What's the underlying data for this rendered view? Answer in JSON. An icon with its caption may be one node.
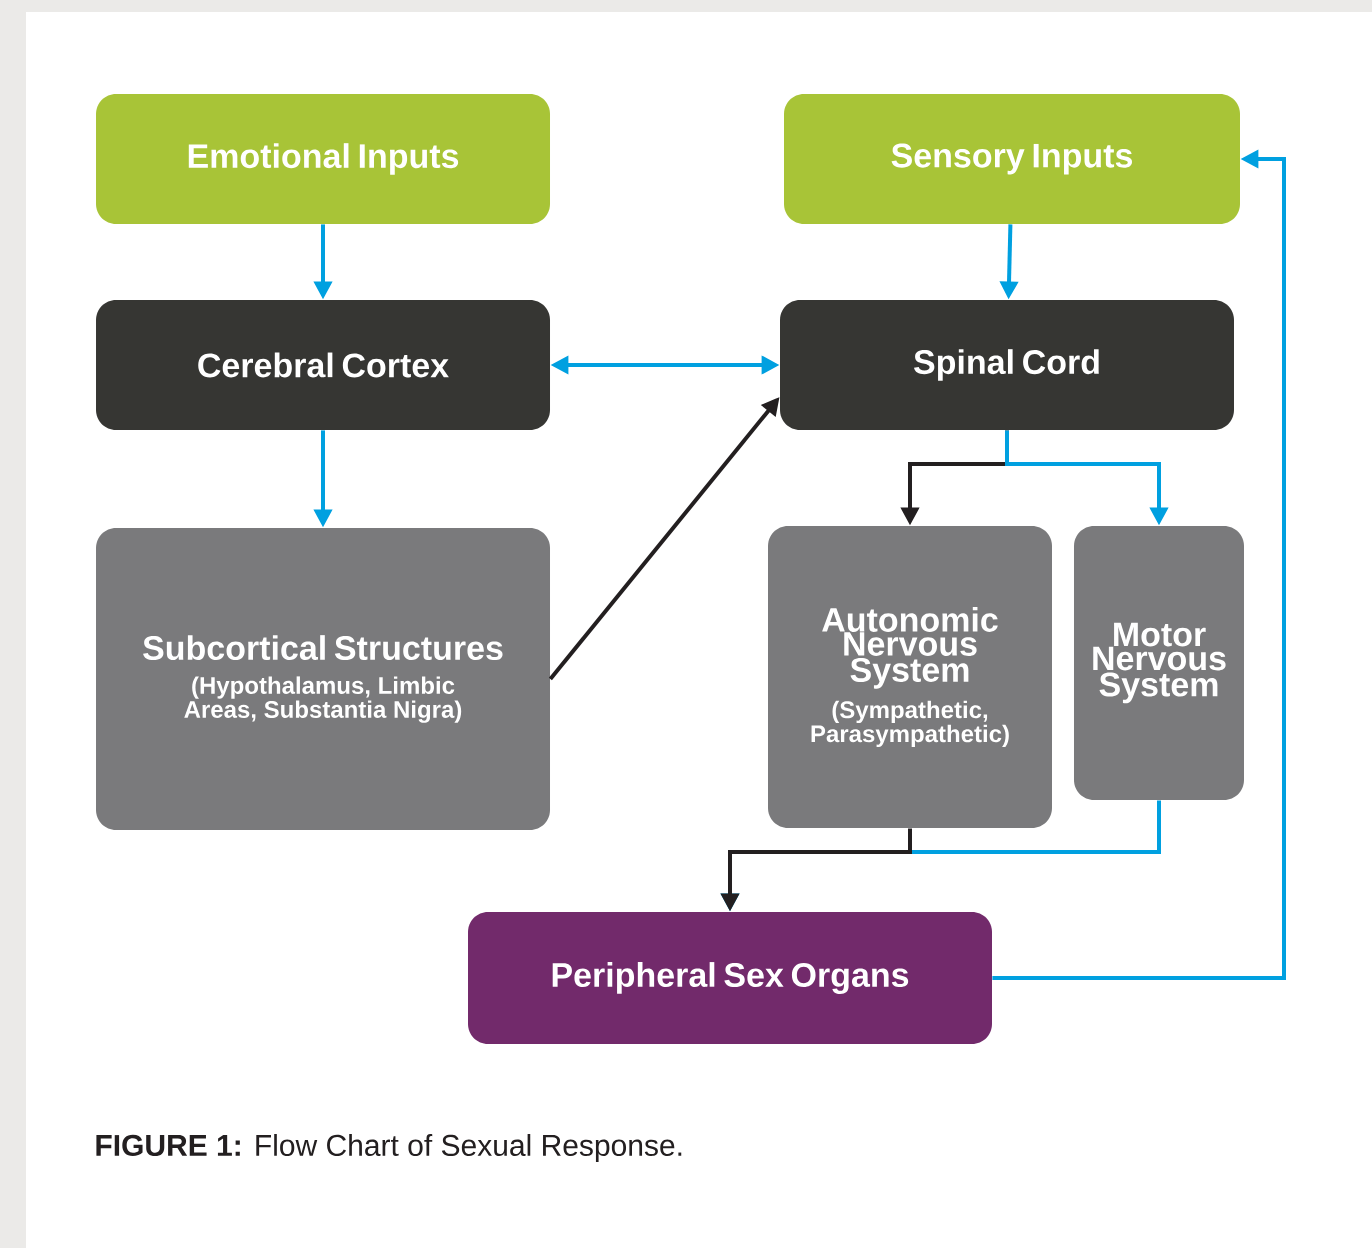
{
  "diagram": {
    "caption": "**FIGURE 1:** Flow Chart of Sexual Response.",
    "nodes": [
      {
        "text": [
          "Emotional Inputs"
        ]
      },
      {
        "text": [
          "Sensory Inputs"
        ]
      },
      {
        "text": [
          "Cerebral Cortex"
        ]
      },
      {
        "text": [
          "Spinal Cord"
        ]
      },
      {
        "text": [
          "Subcortical Structures",
          "(Hypothalamus, Limbic Areas, Substantia Nigra)"
        ]
      },
      {
        "text": [
          "Autonomic Nervous System",
          "(Sympathetic, Parasympathetic)"
        ]
      },
      {
        "text": [
          "Motor Nervous System"
        ]
      },
      {
        "text": [
          "Peripheral Sex Organs"
        ]
      }
    ],
    "edges": [
      {
        "from": 0,
        "to": 2,
        "arrow": "to"
      },
      {
        "from": 1,
        "to": 3,
        "arrow": "to"
      },
      {
        "from": 2,
        "to": 3,
        "arrow": "both"
      },
      {
        "from": 2,
        "to": 4,
        "arrow": "to"
      },
      {
        "from": 4,
        "to": 3,
        "arrow": "to",
        "color": "#231f20"
      },
      {
        "from": 3,
        "to": 5,
        "arrow": "to",
        "color": "#231f20"
      },
      {
        "from": 3,
        "to": 6,
        "arrow": "to"
      },
      {
        "from": 6,
        "to": 7,
        "arrow": "to"
      },
      {
        "from": 5,
        "to": 7,
        "arrow": "to",
        "color": "#231f20"
      },
      {
        "from": 7,
        "to": 1,
        "arrow": "to"
      }
    ]
  }
}
